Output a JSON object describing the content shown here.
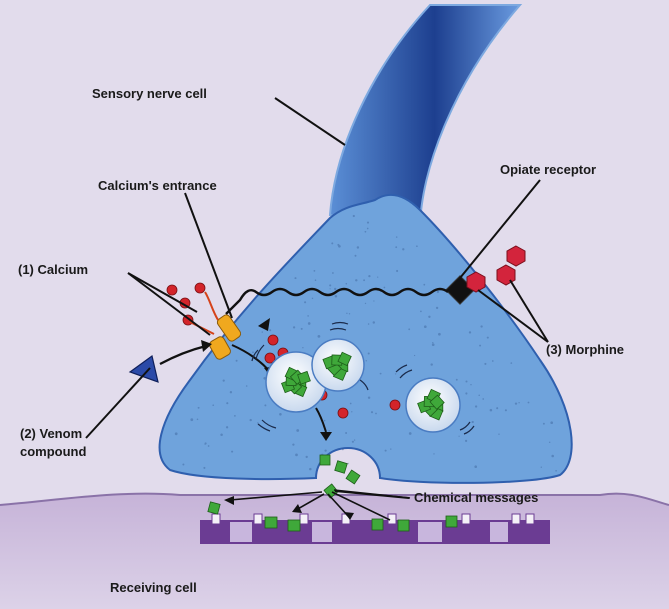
{
  "labels": {
    "sensory_nerve_cell": "Sensory nerve cell",
    "calcium_entrance": "Calcium's entrance",
    "opiate_receptor": "Opiate receptor",
    "calcium": "(1) Calcium",
    "morphine": "(3) Morphine",
    "venom_line1": "(2) Venom",
    "venom_line2": "compound",
    "chemical_messages": "Chemical messages",
    "receiving_cell": "Receiving cell"
  },
  "colors": {
    "background": "#e2dcec",
    "nerve_cell": "#6fa3dc",
    "axon": "#2f5fae",
    "receiving_cell": "#b9a5cc",
    "receptor_strip": "#6b3c93",
    "messenger": "#3fa83a",
    "calcium": "#d3242a",
    "morphine": "#d3243c",
    "venom": "#2b4aa8",
    "channel": "#f0a81e"
  }
}
